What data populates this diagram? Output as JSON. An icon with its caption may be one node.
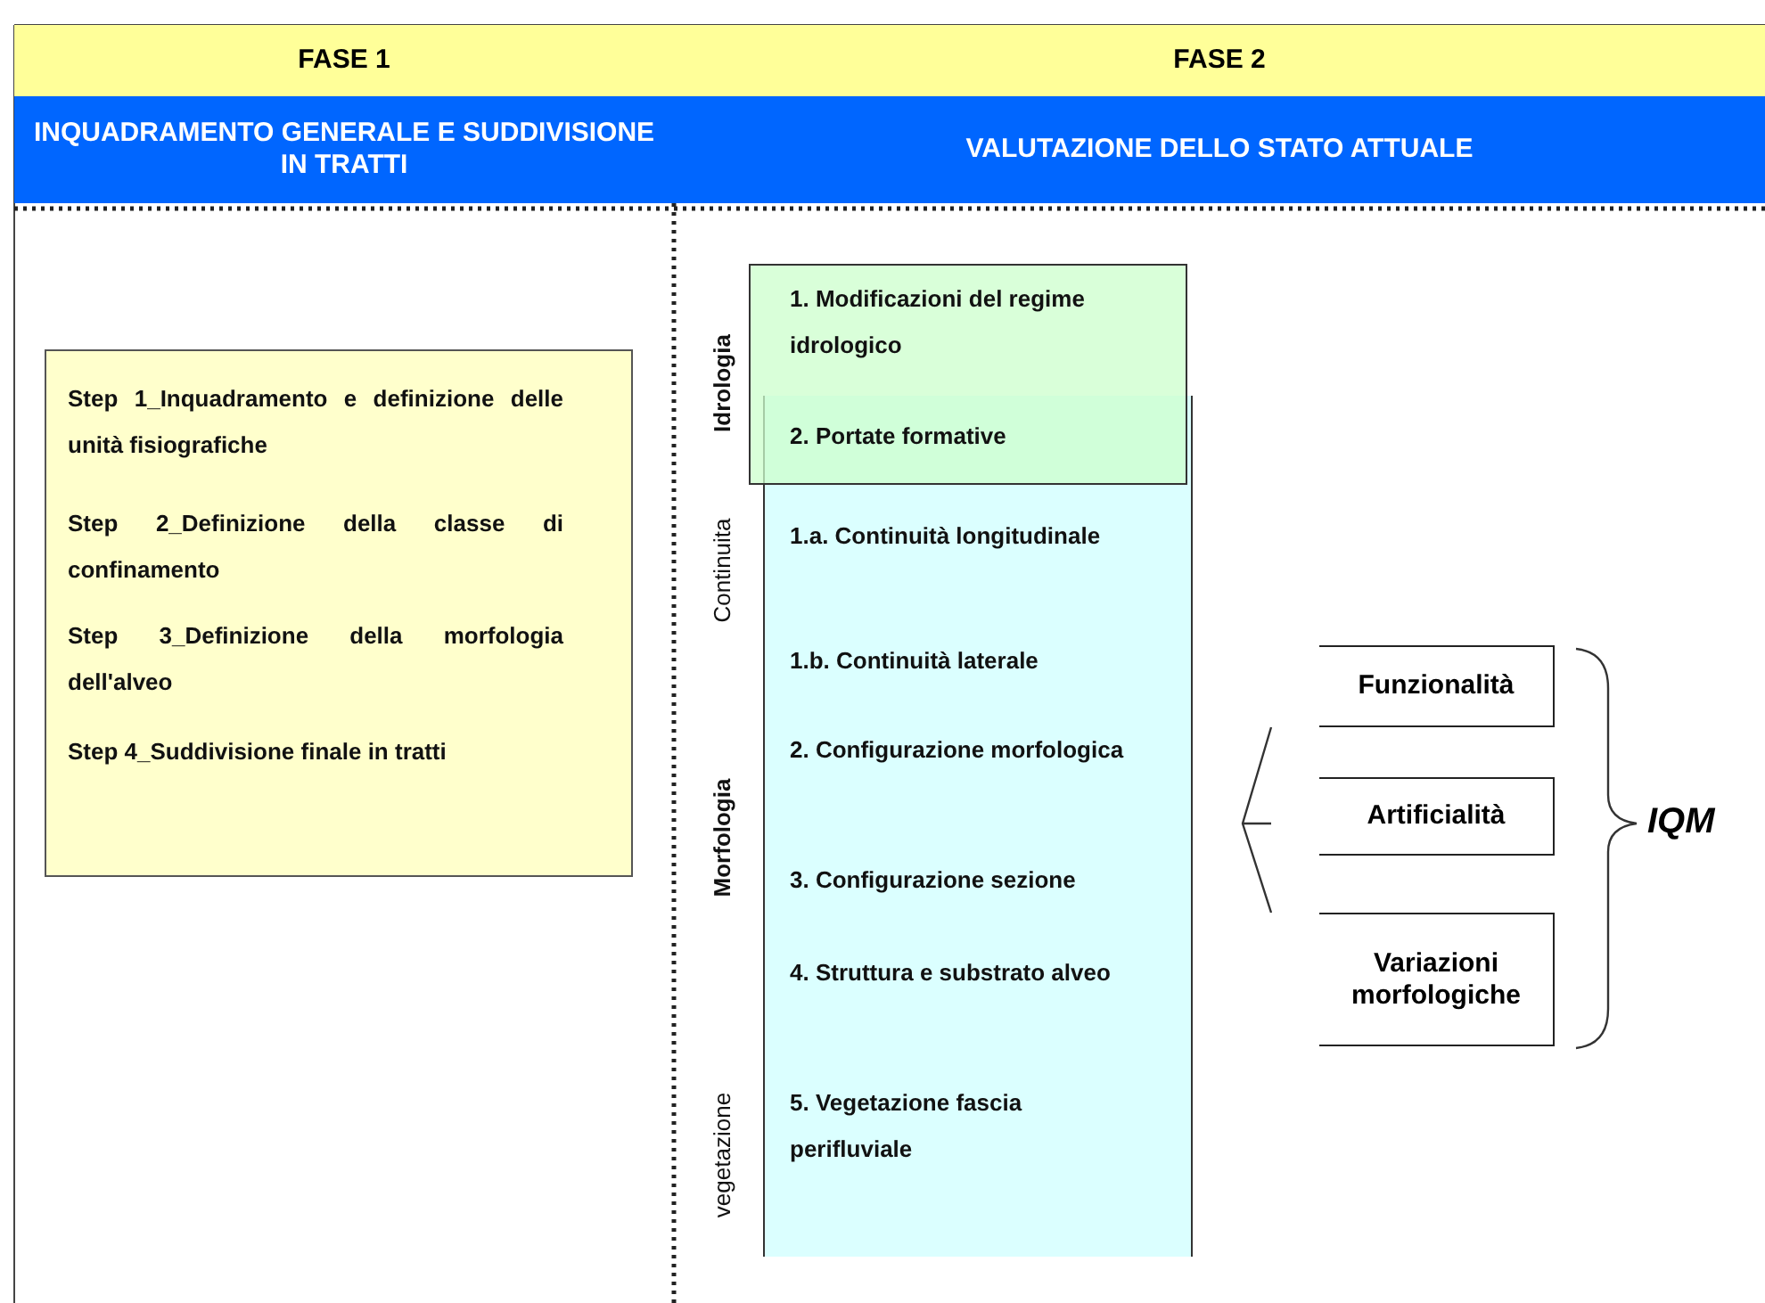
{
  "diagram": {
    "nodes": [
      {
        "text": [
          "FASE 1"
        ]
      },
      {
        "text": [
          "FASE 2"
        ]
      },
      {
        "text": [
          "INQUADRAMENTO GENERALE E SUDDIVISIONE IN TRATTI"
        ]
      },
      {
        "text": [
          "VALUTAZIONE DELLO STATO ATTUALE"
        ]
      },
      {
        "text": [
          "Step 1_Inquadramento e definizione delle unità fisiografiche",
          "Step 2_Definizione della classe di confinamento",
          "Step 3_Definizione della morfologia dell'alveo",
          "Step 4_Suddivisione finale in tratti"
        ]
      },
      {
        "text": [
          "1. Modificazioni del regime idrologico",
          "2. Portate formative"
        ]
      },
      {
        "text": [
          "1.a. Continuità longitudinale",
          "1.b. Continuità laterale",
          "2. Configurazione morfologica",
          "3. Configurazione sezione",
          "4. Struttura e substrato alveo",
          "5. Vegetazione fascia perifluviale"
        ]
      },
      {
        "text": [
          "Funzionalità"
        ]
      },
      {
        "text": [
          "Artificialità"
        ]
      },
      {
        "text": [
          "Variazioni morfologiche"
        ]
      }
    ],
    "labels": [
      "Idrologia",
      "Continuita",
      "Morfologia",
      "vegetazione",
      "IQM"
    ]
  }
}
